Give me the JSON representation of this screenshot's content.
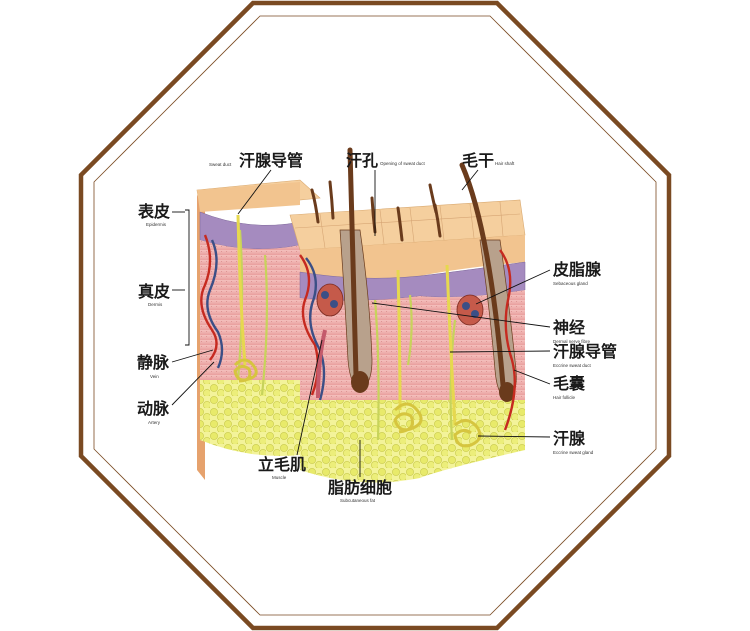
{
  "frame": {
    "outer_color": "#7a4a22",
    "inner_color": "#7a4a22",
    "background": "#ffffff"
  },
  "tissue_colors": {
    "epidermis_top": "#f2c48f",
    "epidermis_layer": "#a58bbf",
    "dermis": "#efb0ae",
    "fat": "#eef07a",
    "hair": "#6a3b1c",
    "nerve": "#c7d35b",
    "artery": "#c62a20",
    "vein": "#3b4f86"
  },
  "labels": {
    "sweat_duct_top": {
      "zh": "汗腺导管",
      "en": "Sweat duct"
    },
    "sweat_pore": {
      "zh": "汗孔",
      "en": "Opening of sweat duct"
    },
    "hair_shaft": {
      "zh": "毛干",
      "en": "Hair shaft"
    },
    "epidermis": {
      "zh": "表皮",
      "en": "Epidermis"
    },
    "dermis": {
      "zh": "真皮",
      "en": "Dermis"
    },
    "vein": {
      "zh": "静脉",
      "en": "Vein"
    },
    "artery": {
      "zh": "动脉",
      "en": "Artery"
    },
    "arrector_muscle": {
      "zh": "立毛肌",
      "en": "Muscle"
    },
    "fat_cells": {
      "zh": "脂肪细胞",
      "en": "Subcutaneous fat"
    },
    "sebaceous_gland": {
      "zh": "皮脂腺",
      "en": "Sebaceous gland"
    },
    "nerve": {
      "zh": "神经",
      "en": "Dermal nerve fibre"
    },
    "eccrine_duct": {
      "zh": "汗腺导管",
      "en": "Eccrine sweat duct"
    },
    "hair_follicle": {
      "zh": "毛囊",
      "en": "Hair follicle"
    },
    "sweat_gland": {
      "zh": "汗腺",
      "en": "Eccrine sweat gland"
    }
  }
}
